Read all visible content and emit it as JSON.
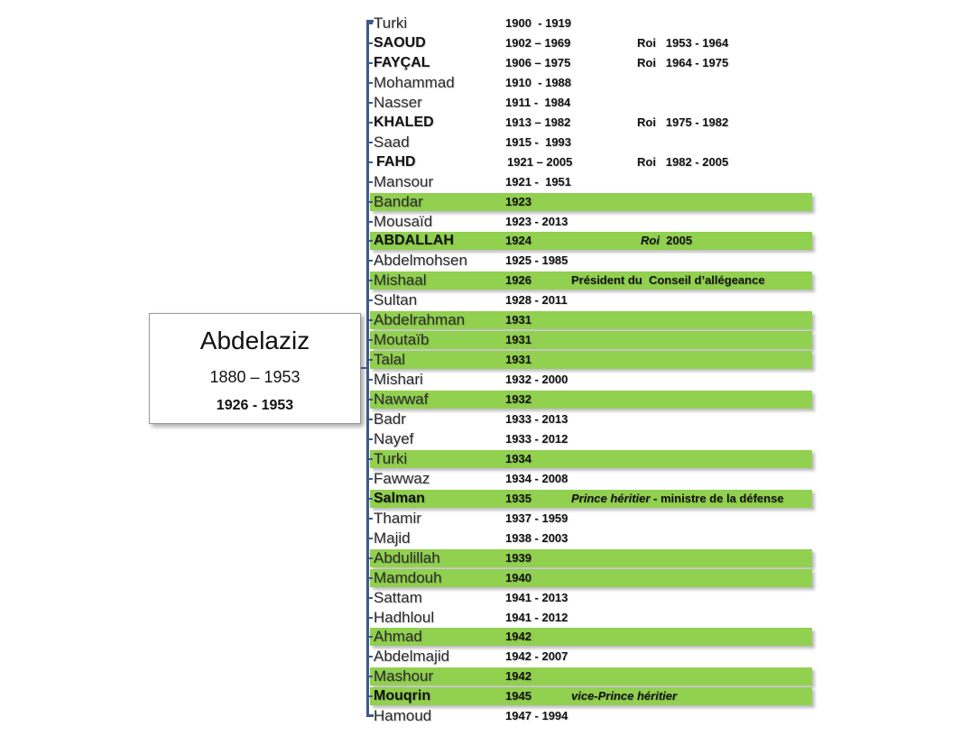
{
  "root": {
    "name": "Abdelaziz",
    "lifespan": "1880 – 1953",
    "reign": "1926 - 1953"
  },
  "colors": {
    "highlight": "#92d050",
    "bracket": "#3d5a85"
  },
  "sons": [
    {
      "name": "Turki",
      "dates": "1900  - 1919",
      "bold": false,
      "highlight": false,
      "note": ""
    },
    {
      "name": "SAOUD",
      "dates": "1902 – 1969",
      "bold": true,
      "highlight": false,
      "note": "Roi   1953 - 1964"
    },
    {
      "name": "FAYÇAL",
      "dates": "1906 – 1975",
      "bold": true,
      "highlight": false,
      "note": "Roi   1964 - 1975"
    },
    {
      "name": "Mohammad",
      "dates": "1910  - 1988",
      "bold": false,
      "highlight": false,
      "note": ""
    },
    {
      "name": "Nasser",
      "dates": "1911 -  1984",
      "bold": false,
      "highlight": false,
      "note": ""
    },
    {
      "name": "KHALED",
      "dates": "1913 – 1982",
      "bold": true,
      "highlight": false,
      "note": "Roi   1975 - 1982"
    },
    {
      "name": "Saad",
      "dates": "1915 -  1993",
      "bold": false,
      "highlight": false,
      "note": ""
    },
    {
      "name": "FAHD",
      "dates": "1921 – 2005",
      "bold": true,
      "highlight": false,
      "note": "Roi   1982 - 2005"
    },
    {
      "name": "Mansour",
      "dates": "1921 -  1951",
      "bold": false,
      "highlight": false,
      "note": ""
    },
    {
      "name": "Bandar",
      "dates": "1923",
      "bold": false,
      "highlight": true,
      "note": ""
    },
    {
      "name": "Mousaïd",
      "dates": "1923 - 2013",
      "bold": false,
      "highlight": false,
      "note": ""
    },
    {
      "name": "ABDALLAH",
      "dates": "1924",
      "bold": true,
      "highlight": true,
      "note_italic": "Roi",
      "note": "  2005"
    },
    {
      "name": "Abdelmohsen",
      "dates": "1925 - 1985",
      "bold": false,
      "highlight": false,
      "note": ""
    },
    {
      "name": "Mishaal",
      "dates": "1926",
      "bold": false,
      "highlight": true,
      "note": "Président du  Conseil d’allégeance"
    },
    {
      "name": "Sultan",
      "dates": "1928 - 2011",
      "bold": false,
      "highlight": false,
      "note": ""
    },
    {
      "name": "Abdelrahman",
      "dates": "1931",
      "bold": false,
      "highlight": true,
      "note": ""
    },
    {
      "name": "Moutaïb",
      "dates": "1931",
      "bold": false,
      "highlight": true,
      "note": ""
    },
    {
      "name": "Talal",
      "dates": "1931",
      "bold": false,
      "highlight": true,
      "note": ""
    },
    {
      "name": "Mishari",
      "dates": "1932 - 2000",
      "bold": false,
      "highlight": false,
      "note": ""
    },
    {
      "name": "Nawwaf",
      "dates": "1932",
      "bold": false,
      "highlight": true,
      "note": ""
    },
    {
      "name": "Badr",
      "dates": "1933 - 2013",
      "bold": false,
      "highlight": false,
      "note": ""
    },
    {
      "name": "Nayef",
      "dates": "1933 - 2012",
      "bold": false,
      "highlight": false,
      "note": ""
    },
    {
      "name": "Turki",
      "dates": "1934",
      "bold": false,
      "highlight": true,
      "note": ""
    },
    {
      "name": "Fawwaz",
      "dates": "1934 - 2008",
      "bold": false,
      "highlight": false,
      "note": ""
    },
    {
      "name": "Salman",
      "dates": "1935",
      "bold": true,
      "highlight": true,
      "note_italic": "Prince héritier",
      "note": " - ministre de la défense"
    },
    {
      "name": "Thamir",
      "dates": "1937 - 1959",
      "bold": false,
      "highlight": false,
      "note": ""
    },
    {
      "name": "Majid",
      "dates": "1938 - 2003",
      "bold": false,
      "highlight": false,
      "note": ""
    },
    {
      "name": "Abdulillah",
      "dates": "1939",
      "bold": false,
      "highlight": true,
      "note": ""
    },
    {
      "name": "Mamdouh",
      "dates": "1940",
      "bold": false,
      "highlight": true,
      "note": ""
    },
    {
      "name": "Sattam",
      "dates": "1941 - 2013",
      "bold": false,
      "highlight": false,
      "note": ""
    },
    {
      "name": "Hadhloul",
      "dates": "1941 - 2012",
      "bold": false,
      "highlight": false,
      "note": ""
    },
    {
      "name": "Ahmad",
      "dates": "1942",
      "bold": false,
      "highlight": true,
      "note": ""
    },
    {
      "name": "Abdelmajid",
      "dates": "1942 - 2007",
      "bold": false,
      "highlight": false,
      "note": ""
    },
    {
      "name": "Mashour",
      "dates": "1942",
      "bold": false,
      "highlight": true,
      "note": ""
    },
    {
      "name": "Mouqrin",
      "dates": "1945",
      "bold": true,
      "highlight": true,
      "note_italic": "vice-Prince héritier",
      "note": ""
    },
    {
      "name": "Hamoud",
      "dates": "1947 - 1994",
      "bold": false,
      "highlight": false,
      "note": ""
    }
  ]
}
